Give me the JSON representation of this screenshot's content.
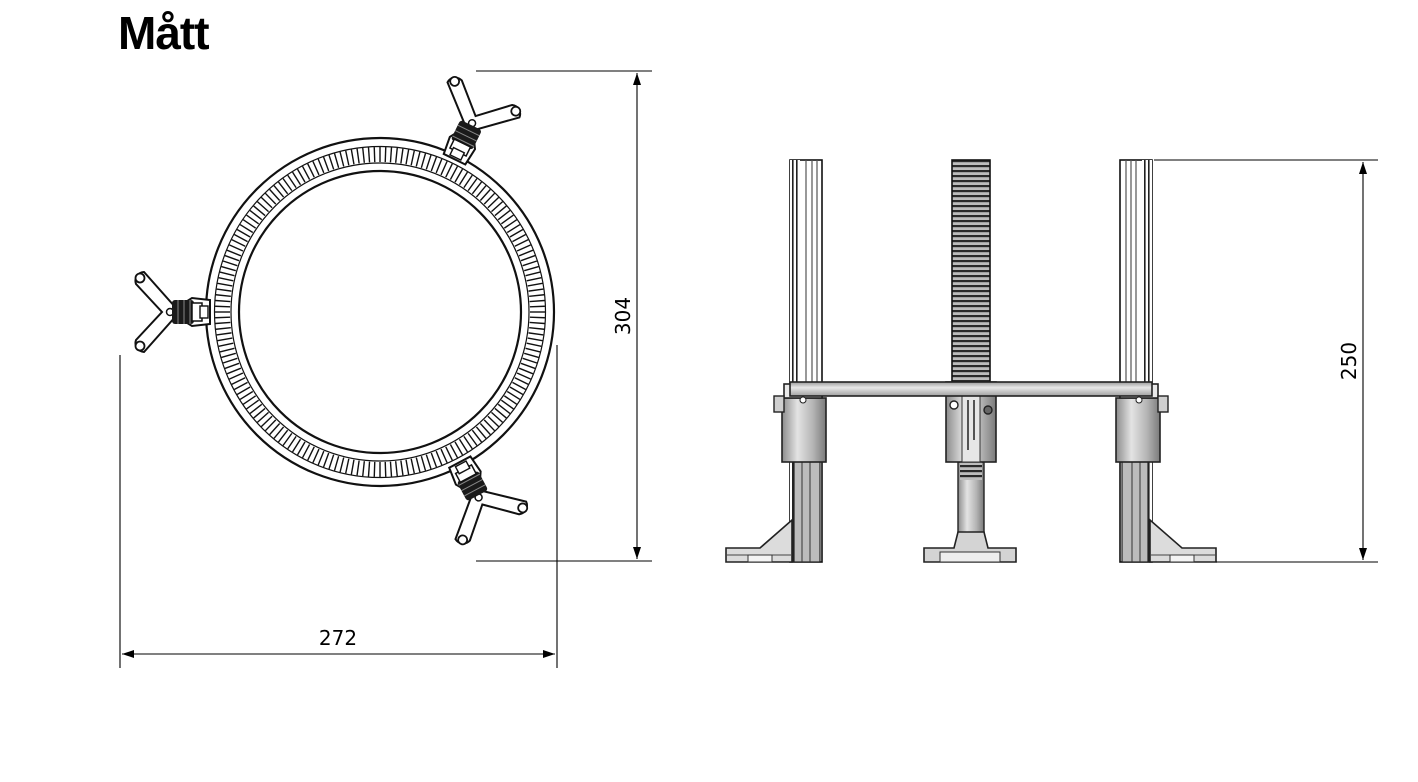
{
  "title": "Mått",
  "dimensions": {
    "height_top_view": "304",
    "width_top_view": "272",
    "height_side_view": "250"
  },
  "colors": {
    "line": "#111111",
    "metal_light": "#d6d6d6",
    "metal_mid": "#a9a9a9",
    "metal_dark": "#555555"
  }
}
